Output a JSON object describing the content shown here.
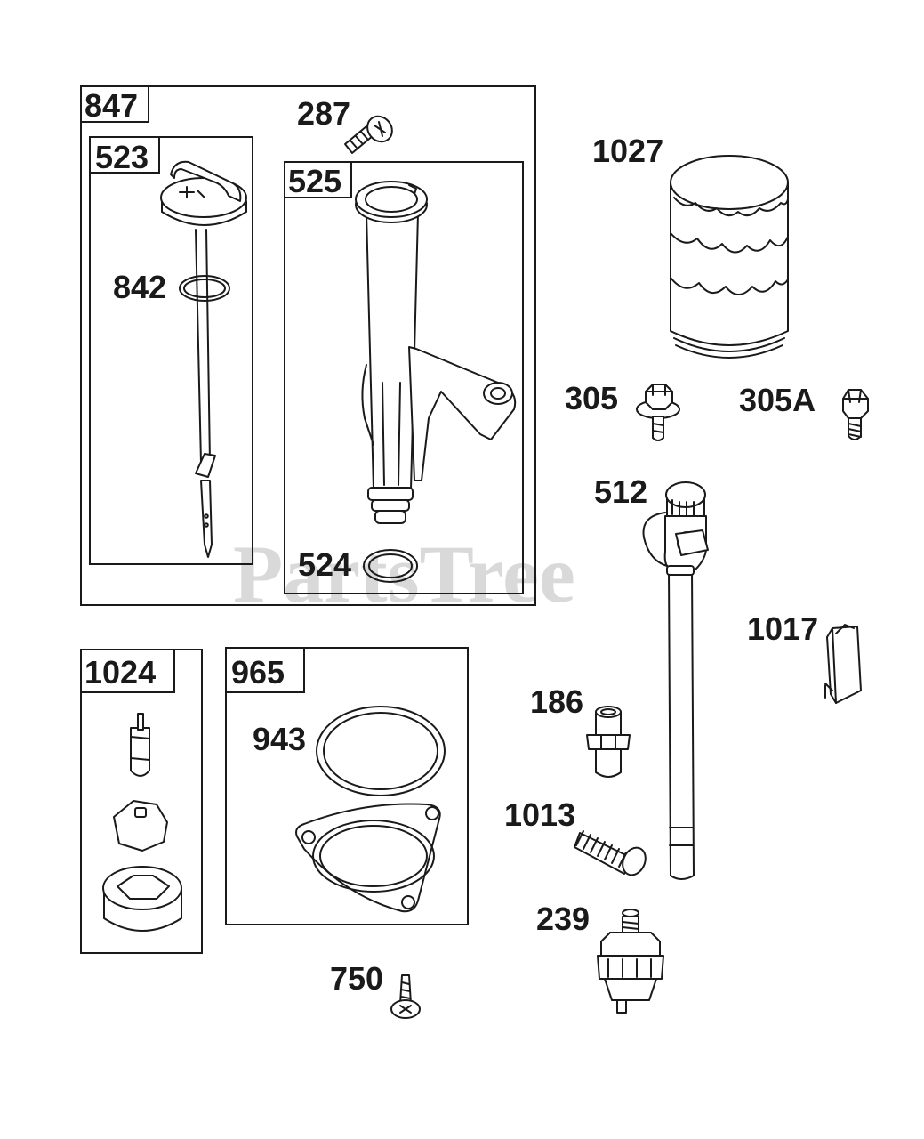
{
  "watermark": "PartsTree",
  "groups": [
    {
      "id": "847"
    },
    {
      "id": "523"
    },
    {
      "id": "525"
    },
    {
      "id": "1024"
    },
    {
      "id": "965"
    }
  ],
  "parts": [
    {
      "id": "287"
    },
    {
      "id": "1027"
    },
    {
      "id": "842"
    },
    {
      "id": "305"
    },
    {
      "id": "305A"
    },
    {
      "id": "512"
    },
    {
      "id": "524"
    },
    {
      "id": "1017"
    },
    {
      "id": "186"
    },
    {
      "id": "943"
    },
    {
      "id": "1013"
    },
    {
      "id": "239"
    },
    {
      "id": "750"
    }
  ]
}
